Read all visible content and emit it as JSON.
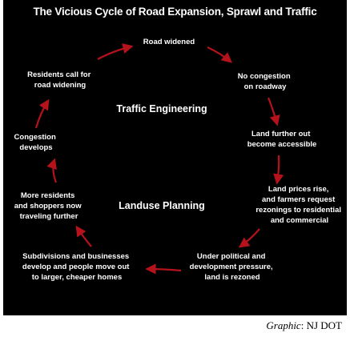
{
  "title": "The Vicious Cycle of Road Expansion, Sprawl and Traffic Congestion",
  "colors": {
    "arrow": "#b5121b",
    "background": "#000000",
    "text": "#ffffff"
  },
  "center_labels": {
    "traffic_engineering": "Traffic Engineering",
    "landuse_planning": "Landuse Planning"
  },
  "cycle": {
    "road_widened": [
      "Road widened"
    ],
    "no_congestion": [
      "No congestion",
      "on roadway"
    ],
    "land_accessible": [
      "Land further out",
      "become accessible"
    ],
    "land_prices": [
      "Land prices rise,",
      "and farmers request",
      "rezonings to residential",
      "and commercial"
    ],
    "rezoned": [
      "Under political and",
      "development pressure,",
      "land is rezoned"
    ],
    "subdivisions": [
      "Subdivisions and businesses",
      "develop and people move out",
      "to larger, cheaper homes"
    ],
    "more_residents": [
      "More residents",
      "and shoppers now",
      "traveling further"
    ],
    "congestion": [
      "Congestion",
      "develops"
    ],
    "residents_call": [
      "Residents call for",
      "road widening"
    ]
  },
  "credit": {
    "prefix": "Graphic",
    "suffix": ": NJ DOT"
  }
}
